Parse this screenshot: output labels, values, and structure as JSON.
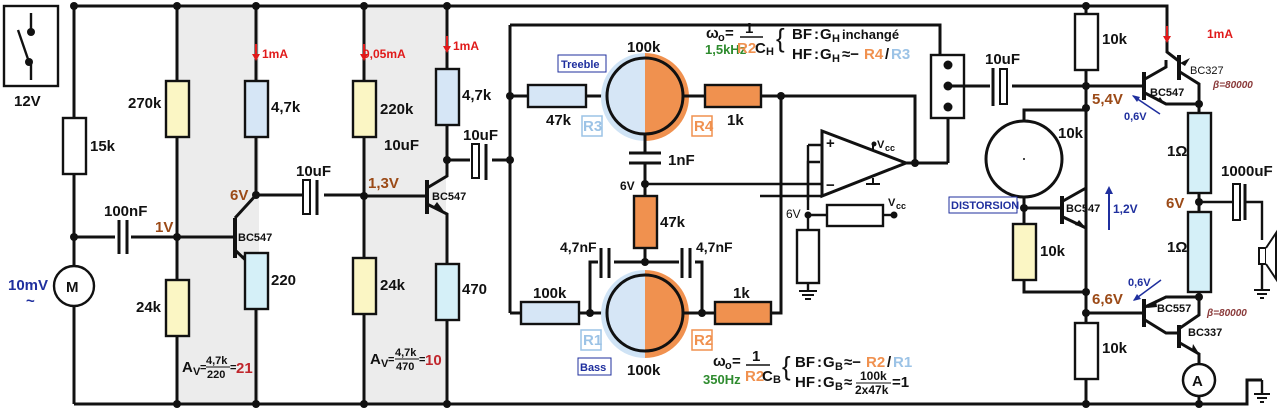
{
  "colors": {
    "wire": "#111111",
    "shade": "#ececec",
    "yellow_resistor": "#fbf6c4",
    "blue_resistor": "#d6e6f6",
    "cyan_resistor": "#d5f0f8",
    "orange": "#f0914f",
    "voltage_text": "#9b4a17",
    "current_text": "#e01a1a",
    "blue_text": "#1f2f9e",
    "green_text": "#2e8b2e",
    "red_result": "#c0262c",
    "light_blue_text": "#9cc3e6"
  },
  "supply": {
    "label": "12V",
    "icon": "switch-icon"
  },
  "input": {
    "source_label": "10mV",
    "ac_symbol": "~",
    "mic_label": "M",
    "bias_r": "15k",
    "coupling_c": "100nF"
  },
  "stage1": {
    "r_top": "270k",
    "r_bottom": "24k",
    "r_collector": "4,7k",
    "r_emitter": "220",
    "current": "1mA",
    "base_voltage": "1V",
    "collector_voltage": "6V",
    "transistor": "BC547",
    "gain": {
      "prefix": "A",
      "sub": "V",
      "num": "4,7k",
      "den": "220",
      "result": "21"
    }
  },
  "coupling1": {
    "label": "10uF"
  },
  "stage2": {
    "r_top": "220k",
    "r_bottom": "24k",
    "r_collector": "4,7k",
    "r_emitter": "470",
    "current_bias": "0,05mA",
    "current_collector": "1mA",
    "base_voltage": "1,3V",
    "extra_label": "10uF",
    "transistor": "BC547",
    "gain": {
      "prefix": "A",
      "sub": "V",
      "num": "4,7k",
      "den": "470",
      "result": "10"
    }
  },
  "coupling2": {
    "label": "10uF"
  },
  "tone": {
    "treble": {
      "badge": "Treeble",
      "pot": "100k",
      "r_in": "47k",
      "r_in_tag": "R3",
      "r_out": "1k",
      "r_out_tag": "R4",
      "cap": "1nF",
      "freq": "1,5kHz",
      "formula": {
        "omega": "ω",
        "omega_sub": "o",
        "num": "1",
        "den_r": "R2",
        "den_c": "C",
        "den_c_sub": "H"
      },
      "rules": [
        {
          "band": "BF",
          "gain": "G",
          "gain_sub": "H",
          "expr": "inchangé"
        },
        {
          "band": "HF",
          "gain": "G",
          "gain_sub": "H",
          "expr_a": "≈−",
          "ra": "R4",
          "sep": "/",
          "rb": "R3"
        }
      ]
    },
    "mid": {
      "node_voltage": "6V",
      "r_mid": "47k",
      "cap_left": "4,7nF",
      "cap_right": "4,7nF"
    },
    "bass": {
      "badge": "Bass",
      "pot": "100k",
      "r_in": "100k",
      "r_in_tag": "R1",
      "r_out": "1k",
      "r_out_tag": "R2",
      "freq": "350Hz",
      "formula": {
        "omega": "ω",
        "omega_sub": "o",
        "num": "1",
        "den_r": "R2",
        "den_c": "C",
        "den_c_sub": "B"
      },
      "rules": [
        {
          "band": "BF",
          "gain": "G",
          "gain_sub": "B",
          "expr_a": "≈−",
          "ra": "R2",
          "sep": "/",
          "rb": "R1"
        },
        {
          "band": "HF",
          "gain": "G",
          "gain_sub": "B",
          "expr_a": "≈",
          "num": "100k",
          "den": "2x47k",
          "result": "=1"
        }
      ]
    }
  },
  "opamp": {
    "plus": "+",
    "minus": "−",
    "vcc": "V",
    "vcc_sub": "cc",
    "bias_voltage": "6V",
    "bias_vcc": "V",
    "bias_vcc_sub": "cc"
  },
  "output_stage": {
    "coupling": "10uF",
    "r_top": "10k",
    "r_pot": "10k",
    "r_mid": "10k",
    "r_bottom": "10k",
    "distortion_badge": "DISTORSION",
    "node_top_voltage": "5,4V",
    "node_bottom_voltage": "6,6V",
    "vbe_top": "0,6V",
    "vbe_bottom": "0,6V",
    "vce": "1,2V",
    "driver": "BC547",
    "q_top_a": "BC547",
    "q_top_b": "BC327",
    "beta_top": "β=80000",
    "q_bot_a": "BC557",
    "q_bot_b": "BC337",
    "beta_bot": "β=80000",
    "current": "1mA",
    "r_emitter_top": "1Ω",
    "r_emitter_bottom": "1Ω",
    "mid_voltage": "6V",
    "output_cap": "1000uF",
    "ammeter": "A"
  }
}
